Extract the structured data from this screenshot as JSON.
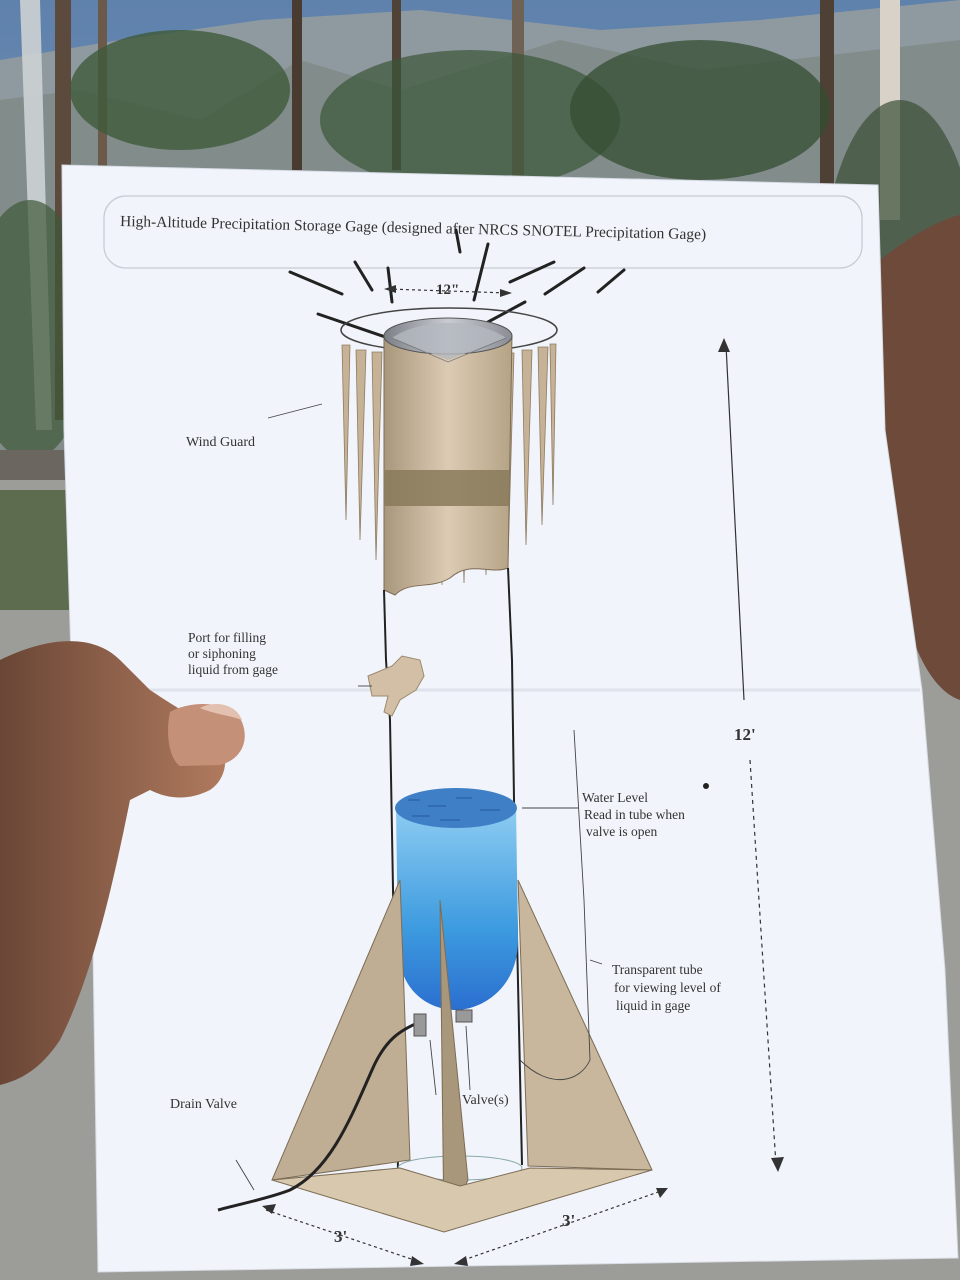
{
  "diagram": {
    "title": "High-Altitude Precipitation Storage Gage (designed after NRCS SNOTEL Precipitation Gage)",
    "labels": {
      "wind_guard": "Wind Guard",
      "port_line1": "Port for filling",
      "port_line2": "or siphoning",
      "port_line3": "liquid from gage",
      "water_level_line1": "Water Level",
      "water_level_line2": "Read in tube when",
      "water_level_line3": "valve is open",
      "tube_line1": "Transparent tube",
      "tube_line2": "for viewing level of",
      "tube_line3": "liquid in gage",
      "drain_valve": "Drain Valve",
      "valves": "Valve(s)"
    },
    "dimensions": {
      "top_diameter": "12\"",
      "height": "12'",
      "base_left": "3'",
      "base_right": "3'"
    }
  },
  "colors": {
    "paper": "#f2f5fb",
    "sky": "#6f8fb4",
    "water": "#3d9bdf",
    "tan": "#c9b79e",
    "band": "#8a7a5c"
  }
}
